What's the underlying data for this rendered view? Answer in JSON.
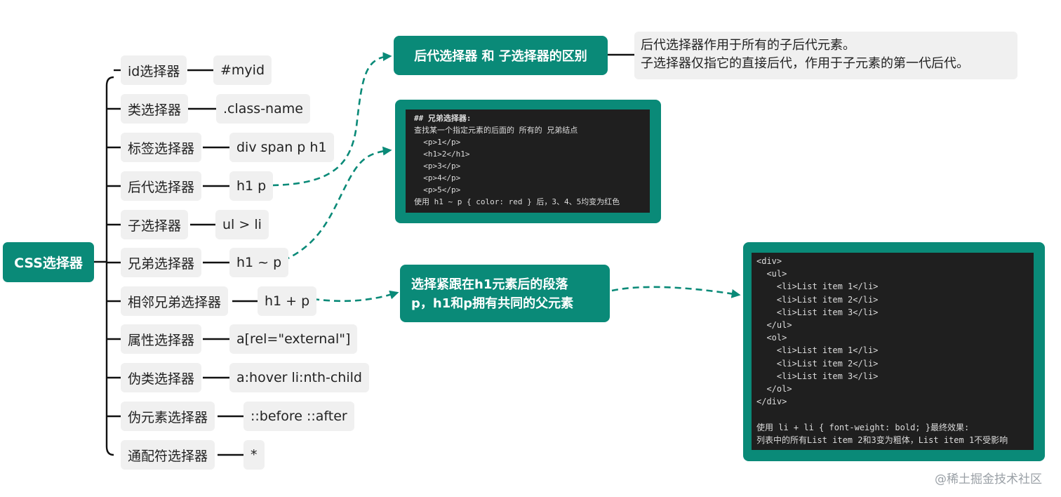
{
  "root": {
    "label": "CSS选择器"
  },
  "items": [
    {
      "name": "id选择器",
      "example": "#myid"
    },
    {
      "name": "类选择器",
      "example": ".class-name"
    },
    {
      "name": "标签选择器",
      "example": "div span p h1"
    },
    {
      "name": "后代选择器",
      "example": "h1 p"
    },
    {
      "name": "子选择器",
      "example": "ul > li"
    },
    {
      "name": "兄弟选择器",
      "example": "h1 ~ p"
    },
    {
      "name": "相邻兄弟选择器",
      "example": "h1 + p"
    },
    {
      "name": "属性选择器",
      "example": "a[rel=\"external\"]"
    },
    {
      "name": "伪类选择器",
      "example": "a:hover li:nth-child"
    },
    {
      "name": "伪元素选择器",
      "example": "::before ::after"
    },
    {
      "name": "通配符选择器",
      "example": "*"
    }
  ],
  "descendant_vs_child": {
    "title": "后代选择器 和 子选择器的区别",
    "note": "后代选择器作用于所有的子后代元素。\n子选择器仅指它的直接后代，作用于子元素的第一代后代。"
  },
  "sibling_code": {
    "lines": [
      "## 兄弟选择器:",
      "查找某一个指定元素的后面的 所有的 兄弟结点",
      "  <p>1</p>",
      "  <h1>2</h1>",
      "  <p>3</p>",
      "  <p>4</p>",
      "  <p>5</p>",
      "使用 h1 ~ p { color: red } 后，3、4、5均变为红色"
    ]
  },
  "adjacent_note": {
    "line1": "选择紧跟在h1元素后的段落",
    "line2": "p，h1和p拥有共同的父元素"
  },
  "adjacent_code": {
    "lines": [
      "<div>",
      "  <ul>",
      "    <li>List item 1</li>",
      "    <li>List item 2</li>",
      "    <li>List item 3</li>",
      "  </ul>",
      "  <ol>",
      "    <li>List item 1</li>",
      "    <li>List item 2</li>",
      "    <li>List item 3</li>",
      "  </ol>",
      "</div>",
      "",
      "使用 li + li { font-weight: bold; }最终效果:",
      "列表中的所有List item 2和3变为粗体，List item 1不受影响"
    ]
  },
  "watermark": "@稀土掘金技术社区",
  "colors": {
    "accent": "#0a8a78",
    "node_bg": "#f0f0f0",
    "code_bg": "#1f1f1f",
    "code_tag": "#569cd6"
  }
}
